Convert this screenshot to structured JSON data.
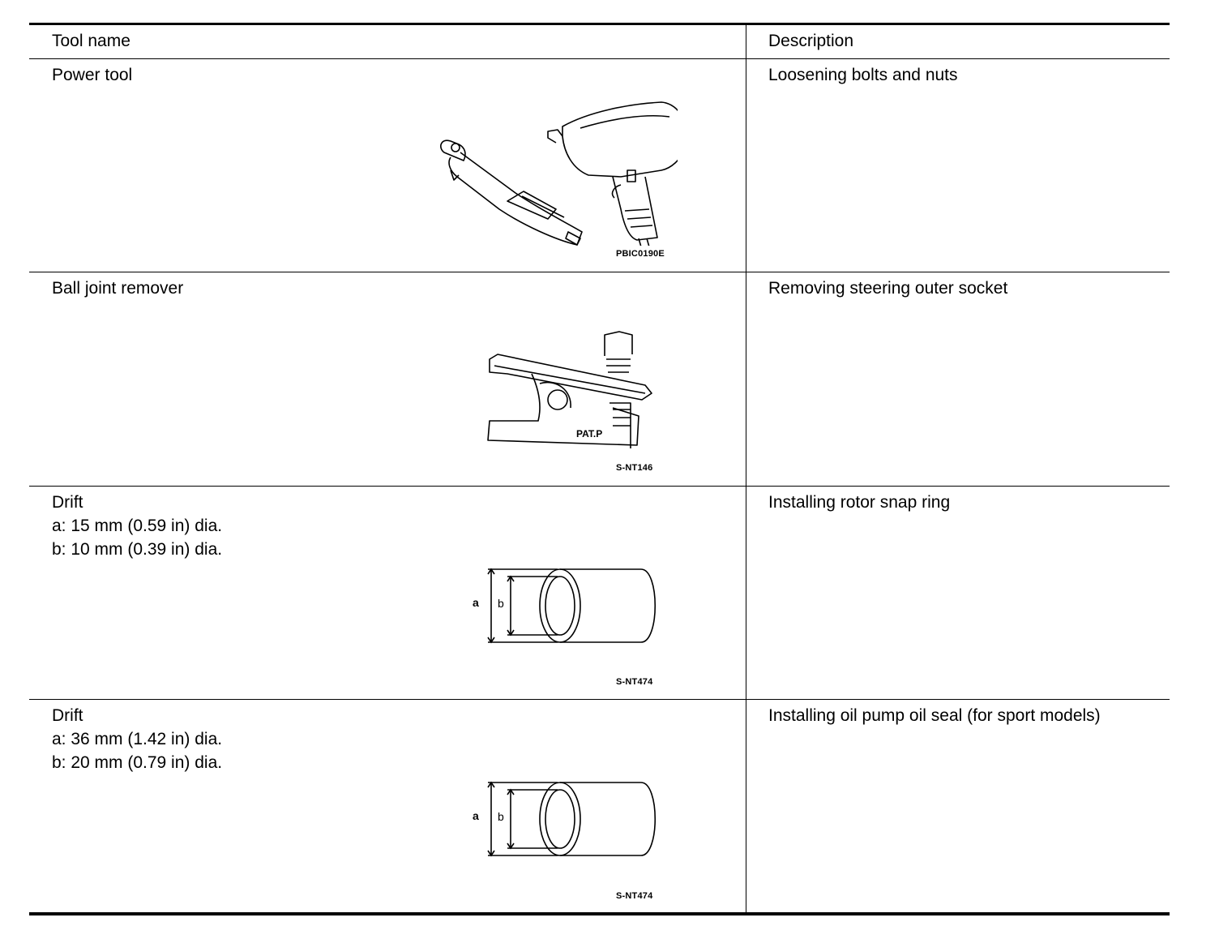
{
  "table": {
    "headers": {
      "tool_name": "Tool name",
      "description": "Description"
    },
    "rows": [
      {
        "tool_name": "Power tool",
        "spec_lines": [],
        "figure_code": "PBIC0190E",
        "figure_label": "",
        "description": "Loosening bolts and nuts",
        "icon": "power-tool-icon"
      },
      {
        "tool_name": "Ball joint remover",
        "spec_lines": [],
        "figure_code": "S-NT146",
        "figure_label": "PAT.P",
        "description": "Removing steering outer socket",
        "icon": "ball-joint-remover-icon"
      },
      {
        "tool_name": "Drift",
        "spec_lines": [
          "a: 15 mm (0.59 in) dia.",
          "b: 10 mm (0.39 in) dia."
        ],
        "figure_code": "S-NT474",
        "figure_dim_labels": [
          "a",
          "b"
        ],
        "description": "Installing rotor snap ring",
        "icon": "drift-icon"
      },
      {
        "tool_name": "Drift",
        "spec_lines": [
          "a: 36 mm (1.42 in) dia.",
          "b: 20 mm (0.79 in) dia."
        ],
        "figure_code": "S-NT474",
        "figure_dim_labels": [
          "a",
          "b"
        ],
        "description": "Installing oil pump oil seal (for sport models)",
        "icon": "drift-icon"
      }
    ]
  }
}
